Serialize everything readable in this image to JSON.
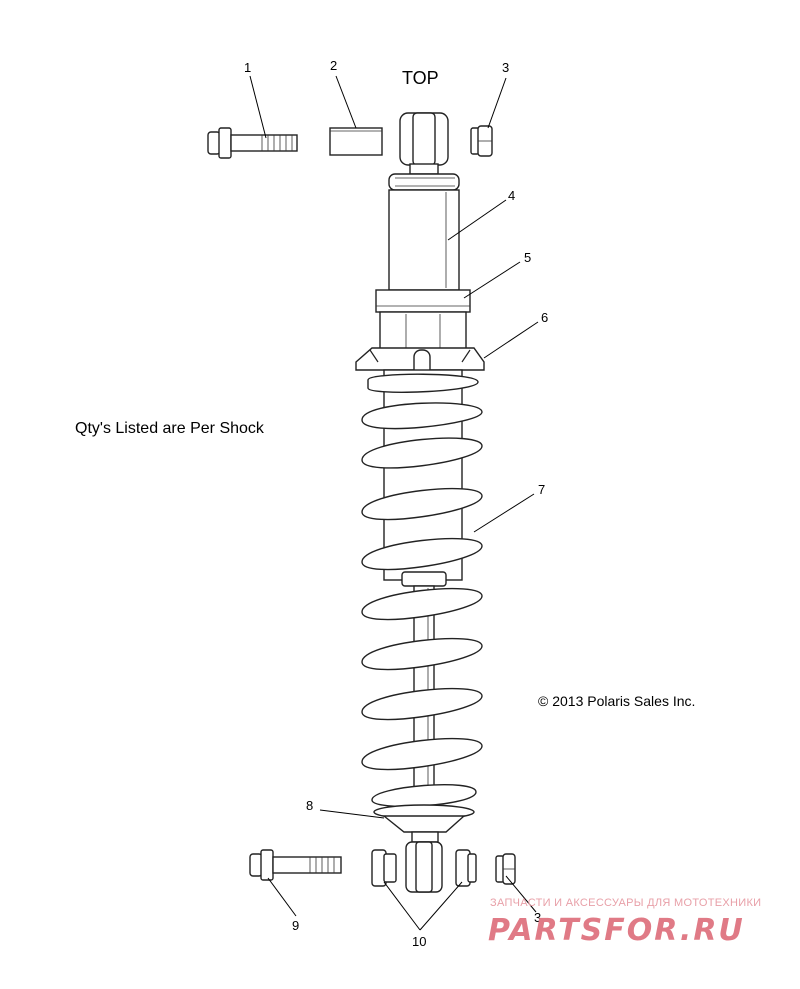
{
  "diagram": {
    "top_label": "TOP",
    "note": "Qty's Listed are Per Shock",
    "copyright": "© 2013 Polaris Sales Inc.",
    "callouts": {
      "c1": "1",
      "c2": "2",
      "c3a": "3",
      "c3b": "3",
      "c4": "4",
      "c5": "5",
      "c6": "6",
      "c7": "7",
      "c8": "8",
      "c9": "9",
      "c10": "10"
    },
    "watermark": {
      "tagline": "ЗАПЧАСТИ И АКСЕССУАРЫ ДЛЯ МОТОТЕХНИКИ",
      "brand": "PARTSFOR.RU"
    }
  }
}
